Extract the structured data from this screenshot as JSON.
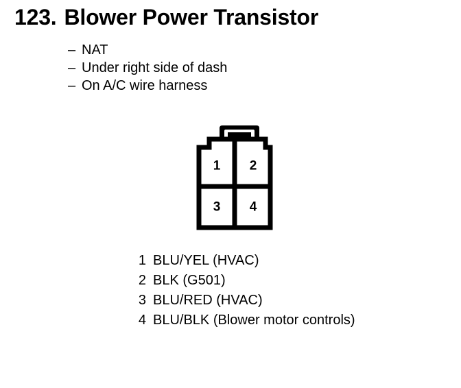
{
  "title": {
    "number": "123.",
    "name": "Blower Power Transistor"
  },
  "notes": {
    "dash": "–",
    "items": [
      "NAT",
      "Under right side of dash",
      "On A/C wire harness"
    ]
  },
  "connector": {
    "type": "4-way connector face view",
    "pins": [
      "1",
      "2",
      "3",
      "4"
    ],
    "line_color": "#000000",
    "fill_color": "#ffffff"
  },
  "legend": {
    "rows": [
      {
        "pin": "1",
        "desc": "BLU/YEL (HVAC)"
      },
      {
        "pin": "2",
        "desc": "BLK (G501)"
      },
      {
        "pin": "3",
        "desc": "BLU/RED (HVAC)"
      },
      {
        "pin": "4",
        "desc": "BLU/BLK (Blower motor controls)"
      }
    ]
  }
}
